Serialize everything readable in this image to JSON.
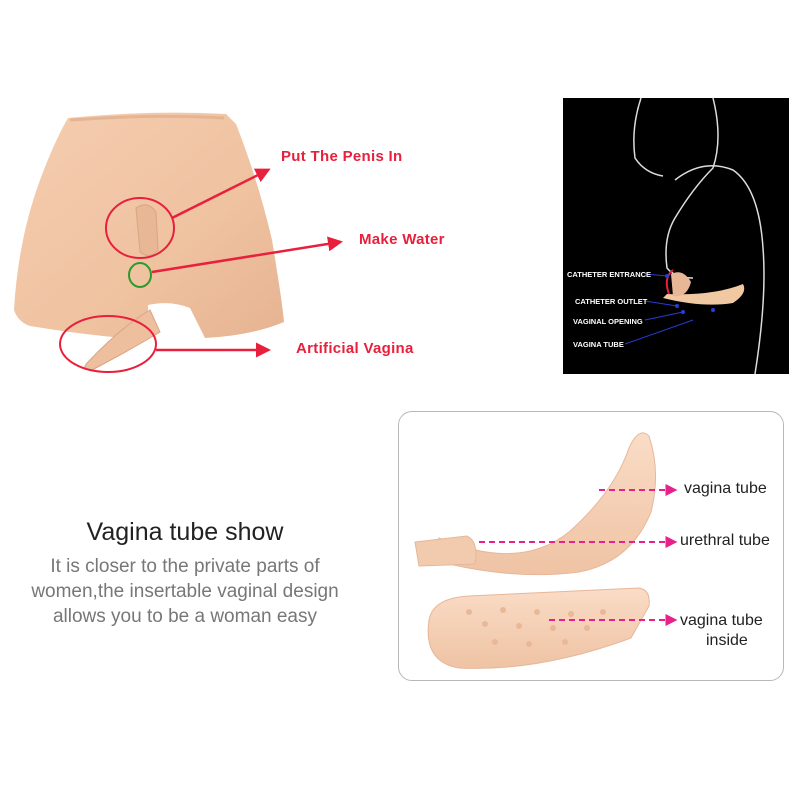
{
  "shorts_callouts": {
    "put_penis": "Put The Penis In",
    "make_water": "Make Water",
    "artificial_vagina": "Artificial Vagina"
  },
  "anatomy_diagram": {
    "catheter_entrance": "CATHETER ENTRANCE",
    "catheter_outlet": "CATHETER OUTLET",
    "vaginal_opening": "VAGINAL OPENING",
    "vagina_tube": "VAGINA TUBE"
  },
  "description": {
    "heading": "Vagina tube show",
    "lines": [
      "It is closer to the private parts of",
      "women,the insertable vaginal design",
      "allows you to be a woman easy"
    ]
  },
  "tube_panel": {
    "vagina_tube": "vagina tube",
    "urethral_tube": "urethral tube",
    "vagina_tube_inside_line1": "vagina tube",
    "vagina_tube_inside_line2": "inside"
  },
  "colors": {
    "callout_red": "#e8203c",
    "circle_green": "#2a9a2a",
    "skin": "#f2c7a6",
    "dashed_magenta": "#e8208c",
    "diagram_blue": "#2a3ad8"
  }
}
